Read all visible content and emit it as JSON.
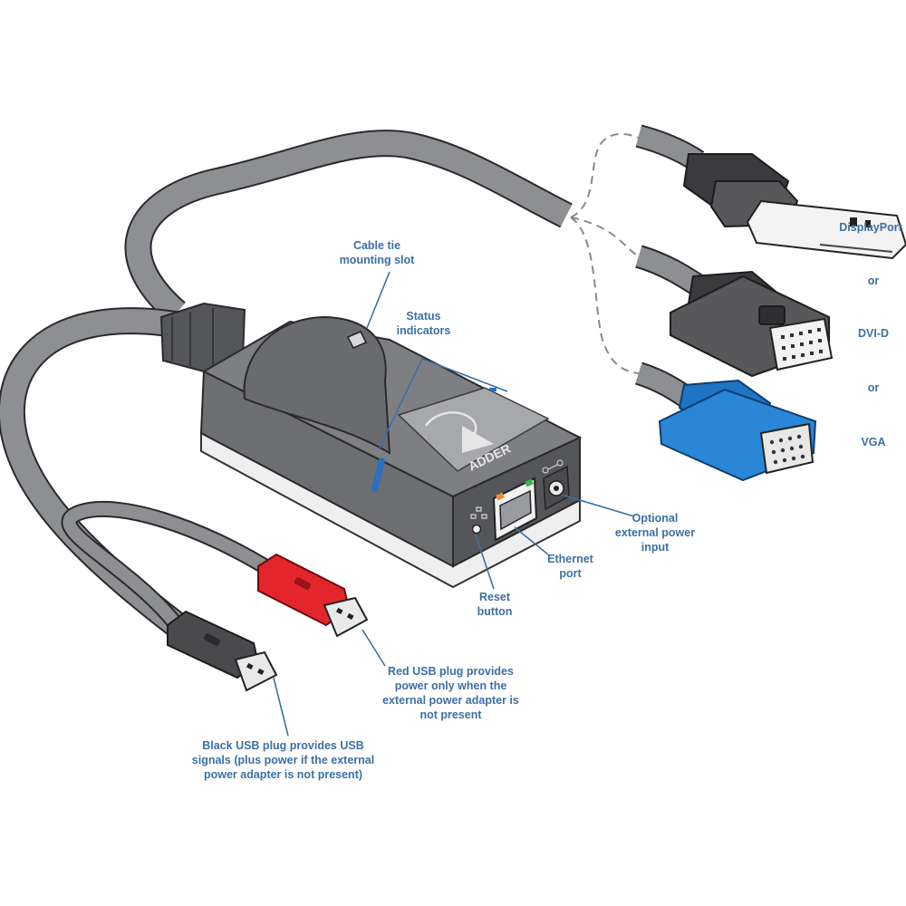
{
  "labels": {
    "cable_tie": [
      "Cable tie",
      "mounting slot"
    ],
    "status": [
      "Status",
      "indicators"
    ],
    "power_input": [
      "Optional",
      "external power",
      "input"
    ],
    "ethernet": [
      "Ethernet",
      "port"
    ],
    "reset": [
      "Reset",
      "button"
    ],
    "red_usb": [
      "Red USB plug provides",
      "power only when the",
      "external power adapter is",
      "not present"
    ],
    "black_usb": [
      "Black USB plug provides USB",
      "signals (plus power if the external",
      "power adapter is not present)"
    ],
    "displayport": "DisplayPort",
    "or_1": "or",
    "dvid": "DVI-D",
    "or_2": "or",
    "vga": "VGA"
  },
  "logo_text": "ADDER",
  "colors": {
    "label": "#3d6fa3",
    "body": "#6d6e71",
    "body_dark": "#55565a",
    "cable": "#8e8f93",
    "red_plug": "#e3262b",
    "vga_blue": "#1f74c4",
    "led_orange": "#f08c2e",
    "led_green": "#39b54a"
  }
}
